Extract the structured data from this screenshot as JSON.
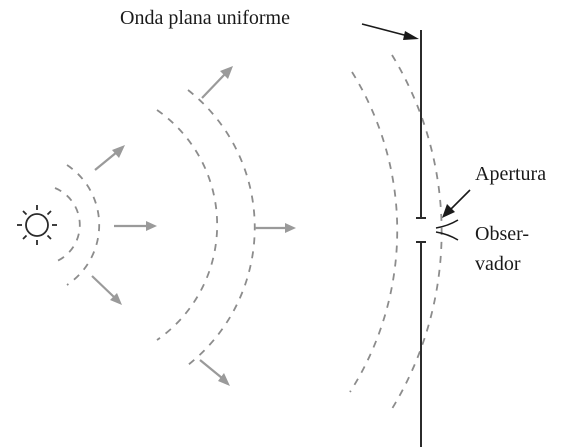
{
  "diagram": {
    "labels": {
      "plane_wave": "Onda plana uniforme",
      "aperture": "Apertura",
      "observer_line1": "Obser-",
      "observer_line2": "vador"
    },
    "icons": {
      "source": "sun-icon",
      "observer": "eye-icon"
    },
    "colors": {
      "wavefront": "#8c8c8c",
      "propagation_arrow": "#9a9a9a",
      "ink": "#1a1a1a"
    }
  }
}
